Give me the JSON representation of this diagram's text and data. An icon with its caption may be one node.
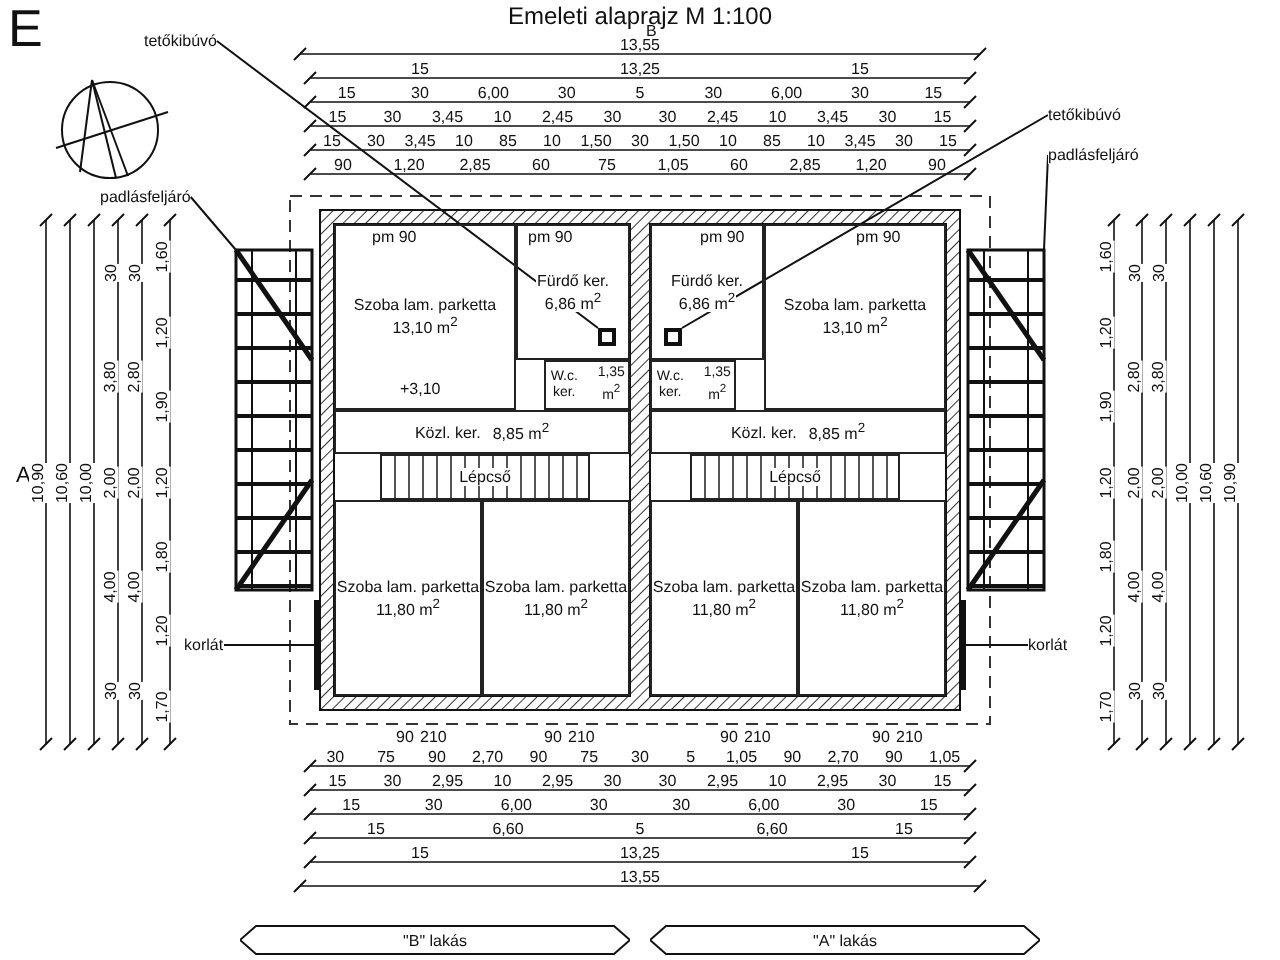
{
  "diagram": {
    "title": "Emeleti alaprajz M 1:100",
    "nodes": [
      {
        "text": [
          "Szoba lam. parketta",
          "13,10 m$^{2}$"
        ]
      },
      {
        "text": [
          "Fürdő ker.",
          "6,86 m$^{2}$"
        ]
      },
      {
        "text": [
          "W.c. ker.",
          "1,35 m$^{2}$"
        ]
      },
      {
        "text": [
          "Közl. ker.",
          "8,85 m$^{2}$"
        ]
      },
      {
        "text": [
          "Lépcső"
        ]
      },
      {
        "text": [
          "Szoba lam. parketta",
          "11,80 m$^{2}$"
        ]
      },
      {
        "text": [
          "Szoba lam. parketta",
          "11,80 m$^{2}$"
        ]
      },
      {
        "text": [
          "Fürdő ker.",
          "6,86 m$^{2}$"
        ]
      },
      {
        "text": [
          "W.c. ker.",
          "1,35 m$^{2}$"
        ]
      },
      {
        "text": [
          "Szoba lam. parketta",
          "13,10 m$^{2}$"
        ]
      },
      {
        "text": [
          "Közl. ker.",
          "8,85 m$^{2}$"
        ]
      },
      {
        "text": [
          "Lépcső"
        ]
      },
      {
        "text": [
          "Szoba lam. parketta",
          "11,80 m$^{2}$"
        ]
      },
      {
        "text": [
          "Szoba lam. parketta",
          "11,80 m$^{2}$"
        ]
      },
      {
        "text": [
          "tetőkibúvó"
        ]
      },
      {
        "text": [
          "padlásfeljáró"
        ]
      },
      {
        "text": [
          "tetőkibúvó"
        ]
      },
      {
        "text": [
          "padlásfeljáró"
        ]
      },
      {
        "text": [
          "korlát"
        ]
      },
      {
        "text": [
          "korlát"
        ]
      },
      {
        "text": [
          "\"B\" lakás"
        ]
      },
      {
        "text": [
          "\"A\" lakás"
        ]
      },
      {
        "text": [],
        "shape": "picture"
      },
      {
        "text": [],
        "shape": "picture"
      },
      {
        "text": [],
        "shape": "box",
        "in": 1
      },
      {
        "text": [],
        "shape": "box",
        "in": 7
      },
      {
        "text": [],
        "shape": "bar"
      },
      {
        "text": [],
        "shape": "bar"
      }
    ],
    "edges": [
      {
        "from": 14,
        "to": 24,
        "arrow": "none"
      },
      {
        "from": 15,
        "to": 22,
        "arrow": "none"
      },
      {
        "from": 16,
        "to": 25,
        "arrow": "none"
      },
      {
        "from": 17,
        "to": 23,
        "arrow": "none"
      },
      {
        "from": 18,
        "to": 26,
        "arrow": "none"
      },
      {
        "from": 19,
        "to": 27,
        "arrow": "none"
      }
    ],
    "labels": [
      "E",
      "B",
      "13,55",
      "15",
      "13,25",
      "15",
      "15",
      "30",
      "6,00",
      "30",
      "5",
      "30",
      "6,00",
      "30",
      "15",
      "15",
      "30",
      "3,45",
      "10",
      "2,45",
      "30",
      "30",
      "2,45",
      "10",
      "3,45",
      "30",
      "15",
      "15",
      "30",
      "3,45",
      "10",
      "85",
      "10",
      "1,50",
      "30",
      "1,50",
      "10",
      "85",
      "10",
      "3,45",
      "30",
      "15",
      "90",
      "1,20",
      "2,85",
      "60",
      "75",
      "1,05",
      "60",
      "2,85",
      "1,20",
      "90",
      "+3,10",
      "pm 90",
      "pm 90",
      "pm 90",
      "pm 90",
      "A",
      "10,90",
      "10,60",
      "10,00",
      "30",
      "3,80",
      "2,00",
      "4,00",
      "30",
      "30",
      "2,80",
      "2,00",
      "4,00",
      "30",
      "1,60",
      "1,20",
      "1,90",
      "1,20",
      "1,80",
      "1,20",
      "1,70",
      "1,60",
      "1,20",
      "1,90",
      "1,20",
      "1,80",
      "1,20",
      "1,70",
      "30",
      "2,80",
      "2,00",
      "4,00",
      "30",
      "30",
      "3,80",
      "2,00",
      "4,00",
      "30",
      "10,00",
      "10,60",
      "10,90",
      "90",
      "210",
      "90",
      "210",
      "90",
      "210",
      "90",
      "210",
      "30",
      "75",
      "90",
      "2,70",
      "90",
      "75",
      "30",
      "5",
      "1,05",
      "90",
      "2,70",
      "90",
      "1,05",
      "15",
      "30",
      "2,95",
      "10",
      "2,95",
      "30",
      "30",
      "2,95",
      "10",
      "2,95",
      "30",
      "15",
      "15",
      "30",
      "6,00",
      "30",
      "30",
      "6,00",
      "30",
      "15",
      "15",
      "6,60",
      "5",
      "6,60",
      "15",
      "15",
      "13,25",
      "15",
      "13,55"
    ]
  }
}
